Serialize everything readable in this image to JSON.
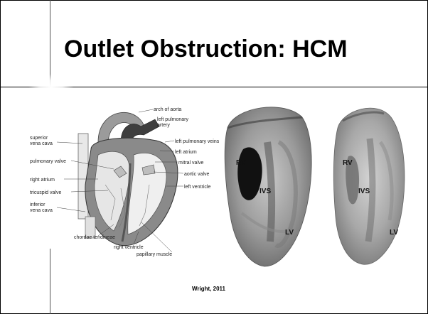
{
  "slide": {
    "title": "Outlet Obstruction:  HCM",
    "credit": "Wright, 2011"
  },
  "diagram": {
    "labels": {
      "arch_of_aorta": "arch of aorta",
      "left_pulmonary_artery": "left pulmonary\nartery",
      "superior_vena_cava": "superior\nvena cava",
      "left_pulmonary_veins": "left pulmonary veins",
      "left_atrium": "left atrium",
      "pulmonary_valve": "pulmonary valve",
      "mitral_valve": "mitral valve",
      "aortic_valve": "aortic valve",
      "right_atrium": "right atrium",
      "left_ventricle": "left ventricle",
      "tricuspid_valve": "tricuspid valve",
      "inferior_vena_cava": "inferior\nvena cava",
      "chordae_tendineae": "chordae tendineae",
      "right_ventricle": "right ventricle",
      "papillary_muscle": "papillary muscle"
    }
  },
  "specimens": {
    "labels": {
      "rv_left": "RV",
      "ivs_left": "IVS",
      "lv_left": "LV",
      "rv_right": "RV",
      "ivs_right": "IVS",
      "lv_right": "LV"
    }
  }
}
